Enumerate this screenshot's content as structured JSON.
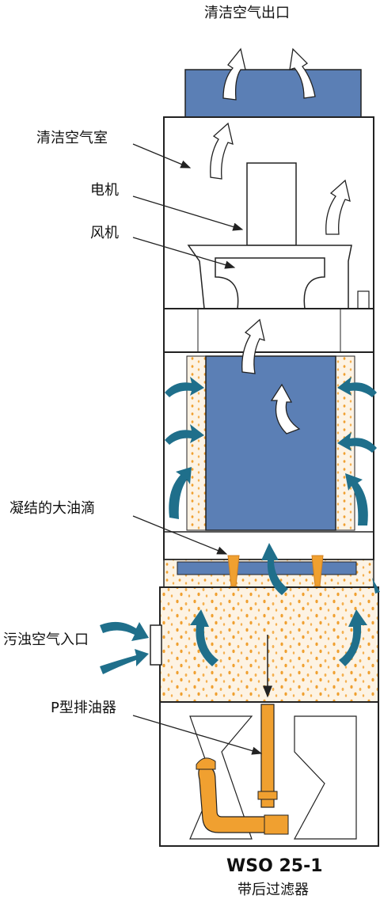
{
  "labels": {
    "clean_outlet": "清洁空气出口",
    "clean_chamber": "清洁空气室",
    "motor": "电机",
    "fan": "风机",
    "oil_droplets": "凝结的大油滴",
    "dirty_inlet": "污浊空气入口",
    "p_trap": "P型排油器"
  },
  "model": {
    "name": "WSO 25-1",
    "subtitle": "带后过滤器"
  },
  "colors": {
    "filter_blue": "#5b7fb5",
    "arrow_blue": "#1f6f8b",
    "oil_orange": "#f0a030",
    "line": "#222222"
  }
}
